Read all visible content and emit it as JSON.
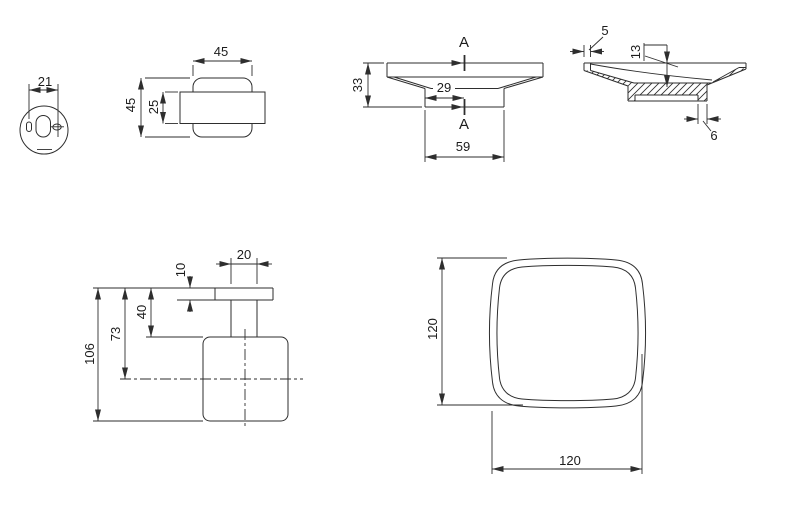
{
  "drawing": {
    "title": "bathroom-holder-technical-drawing",
    "line_color": "#2e2e2e",
    "background_color": "#ffffff",
    "views": {
      "flange_front": {
        "dim_hole_spacing": "21"
      },
      "bracket_top": {
        "dim_width": "45",
        "dim_height": "45",
        "dim_bar_thickness": "25"
      },
      "holder_side": {
        "section_label_top": "A",
        "section_label_bottom": "A",
        "dim_height": "33",
        "dim_neck_offset": "29",
        "dim_base_width": "59"
      },
      "holder_section": {
        "dim_rim_thickness": "5",
        "dim_bowl_depth": "13",
        "dim_wall_thickness": "6"
      },
      "bracket_side": {
        "dim_stem_width": "20",
        "dim_plate_thickness": "10",
        "dim_wall_to_holder_top": "40",
        "dim_wall_to_center": "73",
        "dim_overall_depth": "106"
      },
      "holder_top": {
        "dim_height": "120",
        "dim_width": "120"
      }
    }
  }
}
